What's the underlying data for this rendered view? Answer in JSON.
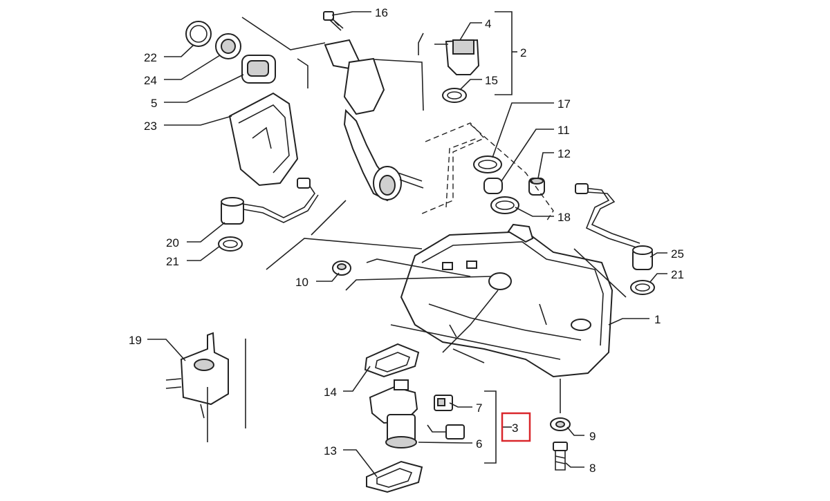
{
  "diagram": {
    "highlight_color": "#d9262b",
    "line_color": "#222222",
    "callouts": {
      "c1": "1",
      "c2": "2",
      "c3": "3",
      "c4": "4",
      "c5": "5",
      "c6": "6",
      "c7": "7",
      "c8": "8",
      "c9": "9",
      "c10": "10",
      "c11": "11",
      "c12": "12",
      "c13": "13",
      "c14": "14",
      "c15": "15",
      "c16": "16",
      "c17": "17",
      "c18": "18",
      "c19": "19",
      "c20": "20",
      "c21a": "21",
      "c21b": "21",
      "c22": "22",
      "c23": "23",
      "c24": "24",
      "c25": "25"
    },
    "highlighted_callout": "3"
  }
}
